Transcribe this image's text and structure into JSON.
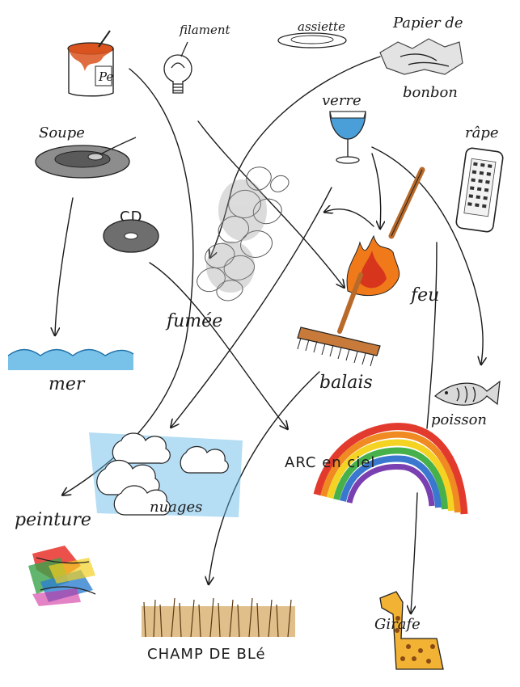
{
  "labels": {
    "filament": "filament",
    "assiette": "assiette",
    "papier_line1": "Papier de",
    "papier_line2": "bonbon",
    "peinture_can_text": "Pe",
    "soupe": "Soupe",
    "verre": "verre",
    "rape": "râpe",
    "cd": "CD",
    "fumee": "fumée",
    "feu": "feu",
    "mer": "mer",
    "balais": "balais",
    "poisson": "poisson",
    "nuages": "nuages",
    "arc_en_ciel": "ARC en ciel",
    "peinture": "peinture",
    "champ_de_ble": "CHAMP DE BLé",
    "girafe": "Girafe"
  },
  "colors": {
    "ink": "#1b1b1b",
    "paint_orange": "#d9541e",
    "glass_water": "#4a9fd8",
    "sea_blue": "#3ea6e0",
    "cloud_blue": "#5bb3e6",
    "fire_orange": "#f07a1a",
    "fire_red": "#d8361c",
    "broom_brown": "#b86a2a",
    "giraffe_yellow": "#f2b233",
    "wheat": "#c98a2c"
  },
  "icons": [
    "paint-can-icon",
    "light-bulb-icon",
    "plate-icon",
    "candy-wrapper-icon",
    "soup-bowl-icon",
    "wine-glass-icon",
    "grater-icon",
    "cd-disc-icon",
    "smoke-icon",
    "match-stick-icon",
    "fire-icon",
    "broom-icon",
    "sea-waves-icon",
    "fish-icon",
    "clouds-icon",
    "rainbow-icon",
    "paint-scribble-icon",
    "wheat-field-icon",
    "giraffe-icon"
  ]
}
